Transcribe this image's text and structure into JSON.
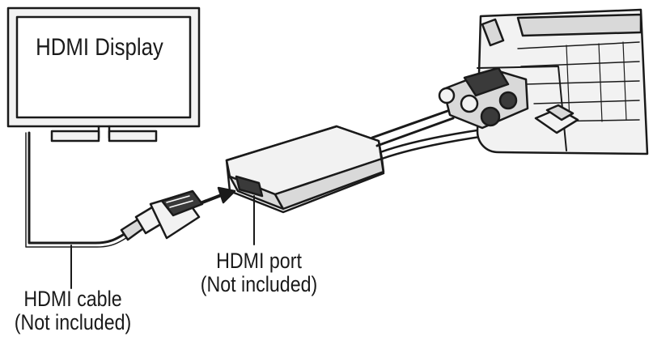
{
  "diagram": {
    "display": {
      "title": "HDMI Display"
    },
    "hdmi_port": {
      "line1": "HDMI port",
      "line2": "(Not included)"
    },
    "hdmi_cable": {
      "line1": "HDMI cable",
      "line2": "(Not included)"
    }
  },
  "colors": {
    "stroke": "#1a1a1a",
    "fill_light": "#f2f2f2",
    "fill_mid": "#d9d9d9",
    "fill_dark": "#3a3a3a",
    "background": "#ffffff"
  }
}
